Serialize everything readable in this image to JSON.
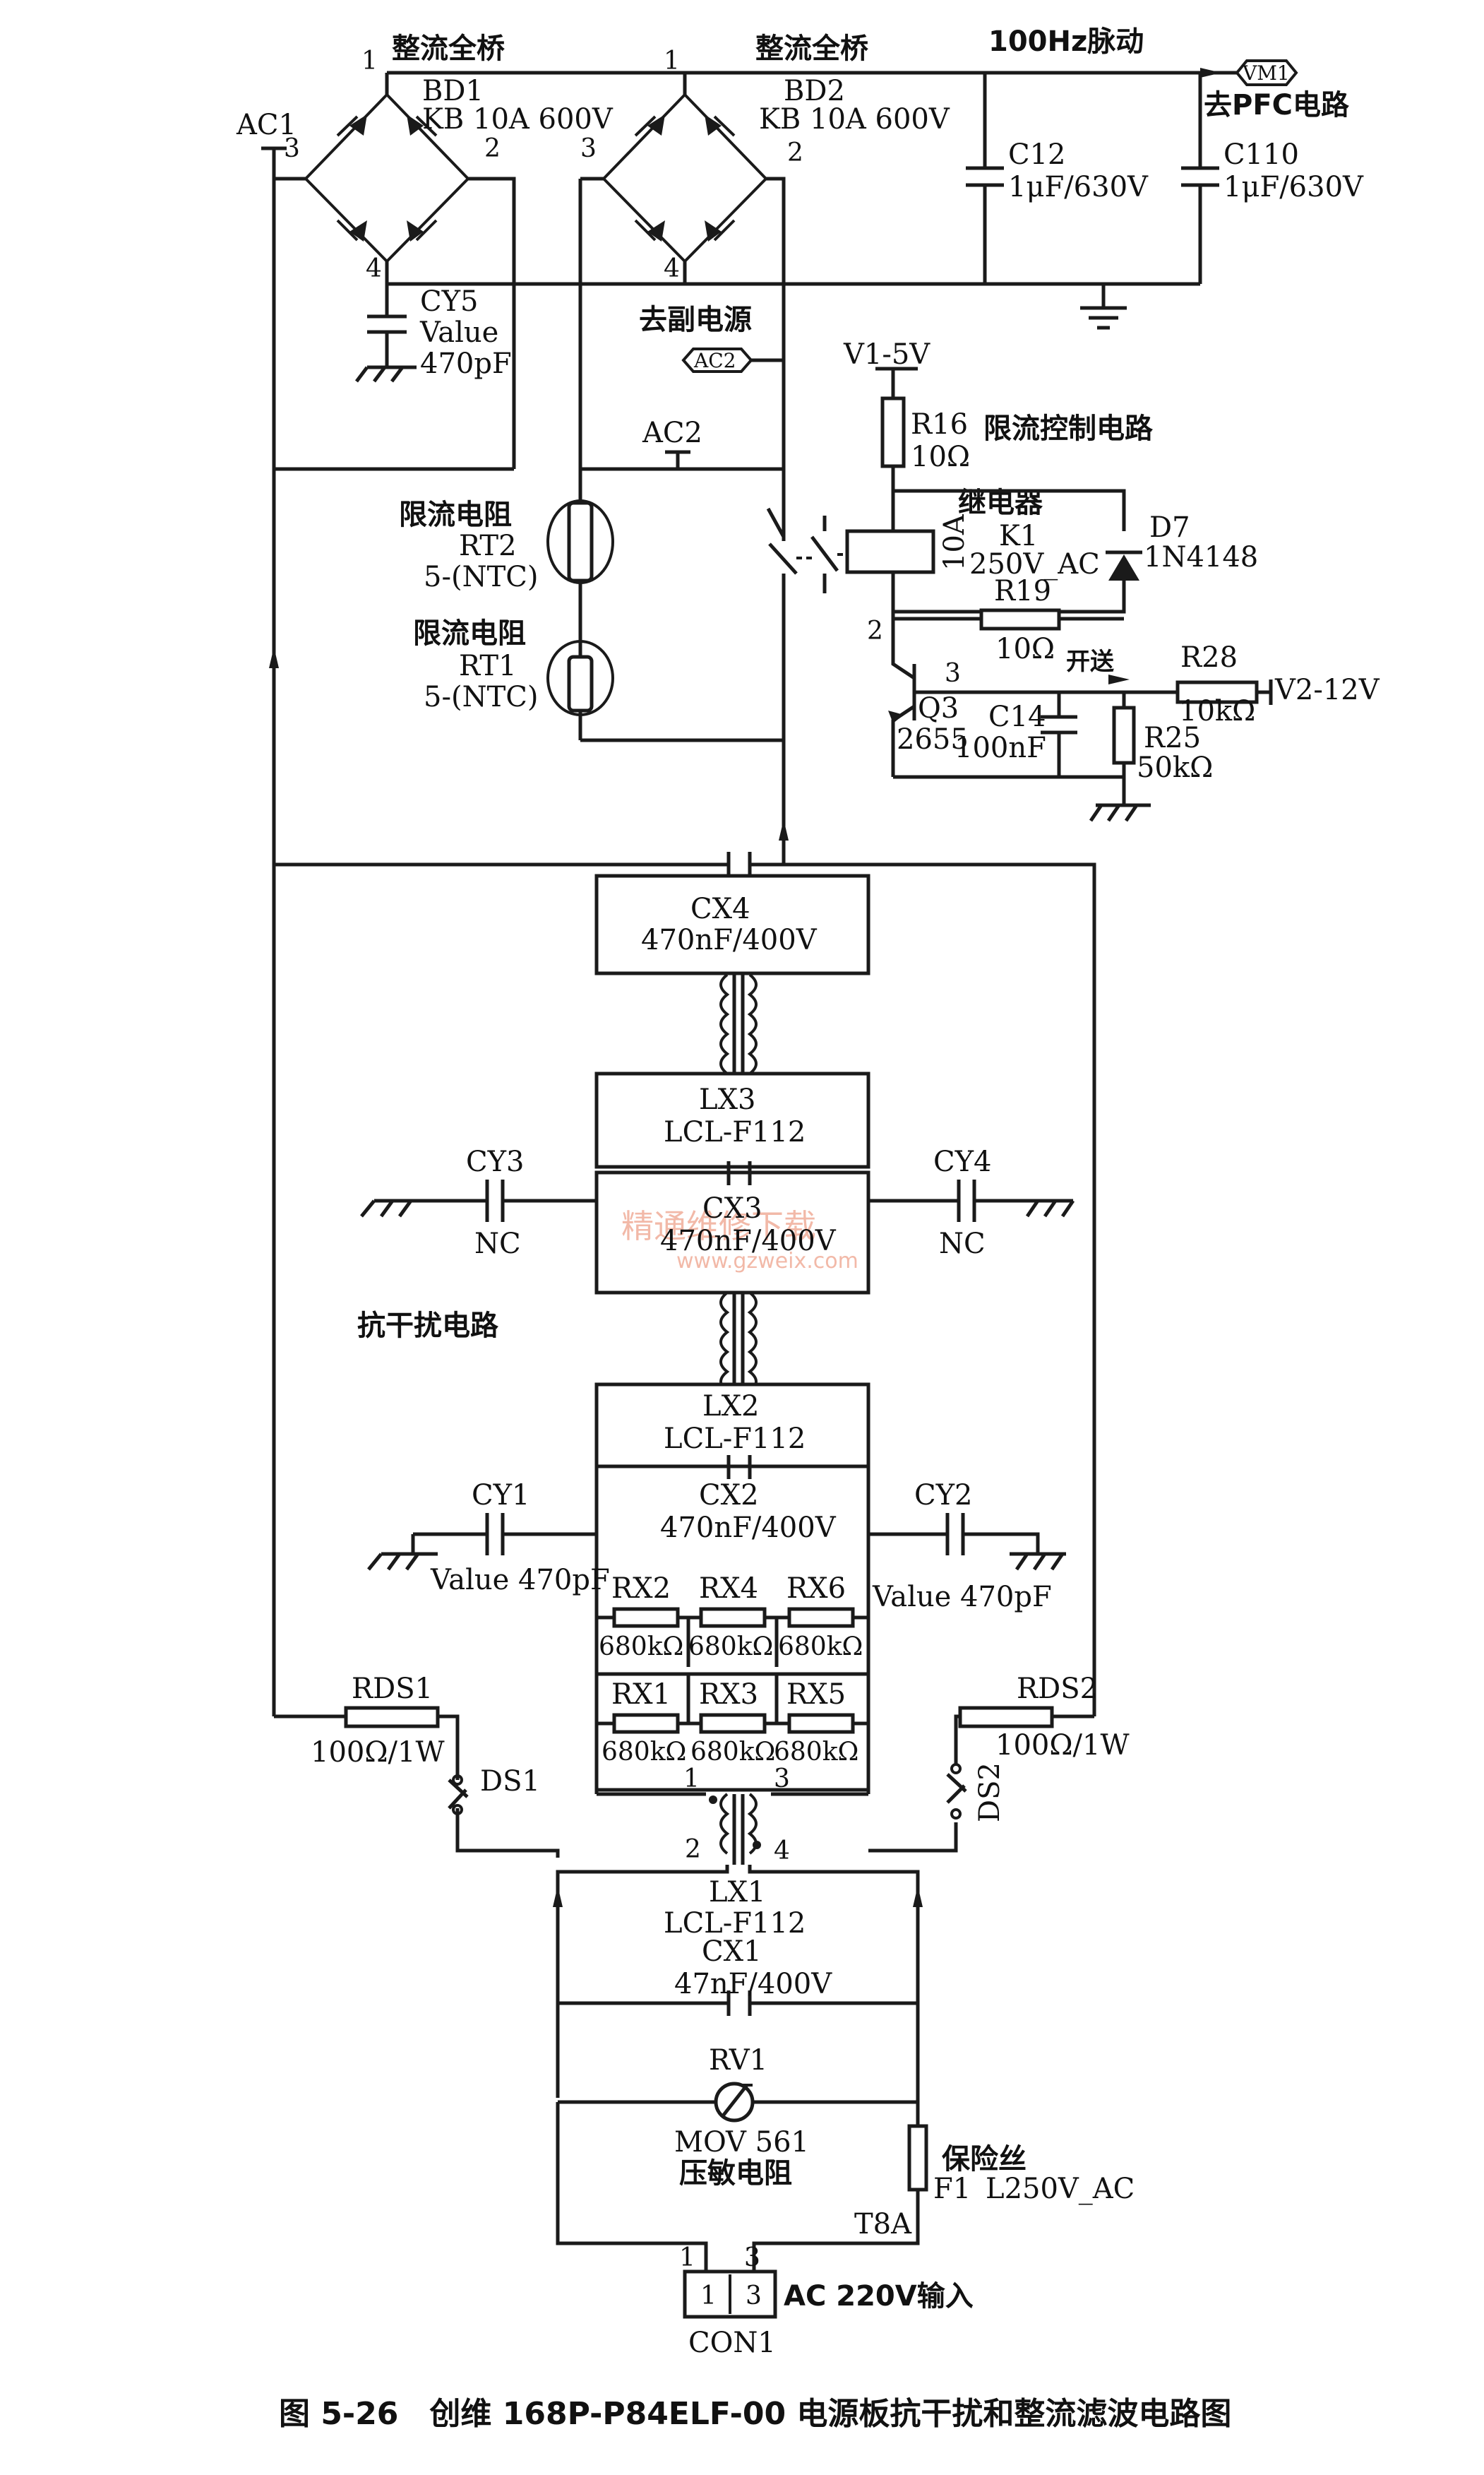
{
  "bridge1": {
    "title": "整流全桥",
    "ref": "BD1",
    "part": "KB 10A 600V",
    "pin1": "1",
    "pin2": "2",
    "pin3": "3",
    "pin4": "4"
  },
  "bridge2": {
    "title": "整流全桥",
    "ref": "BD2",
    "part": "KB 10A 600V",
    "pin1": "1",
    "pin2": "2",
    "pin3": "3",
    "pin4": "4"
  },
  "output": {
    "pulse_label": "100Hz脉动",
    "flag": "VM1",
    "dest": "去PFC电路"
  },
  "c12": {
    "ref": "C12",
    "value": "1μF/630V"
  },
  "c110": {
    "ref": "C110",
    "value": "1μF/630V"
  },
  "ac1": {
    "label": "AC1"
  },
  "cy5": {
    "ref": "CY5",
    "value1": "Value",
    "value2": "470pF"
  },
  "aux": {
    "label": "去副电源",
    "flag": "AC2"
  },
  "ac2": {
    "label": "AC2"
  },
  "rt2": {
    "title": "限流电阻",
    "ref": "RT2",
    "value": "5-(NTC)"
  },
  "rt1": {
    "title": "限流电阻",
    "ref": "RT1",
    "value": "5-(NTC)"
  },
  "v1": {
    "label": "V1-5V"
  },
  "r16": {
    "ref": "R16",
    "value": "10Ω"
  },
  "inrush": {
    "title": "限流控制电路"
  },
  "relay": {
    "title": "继电器",
    "ref": "K1",
    "rating": "250V_AC",
    "current": "10A"
  },
  "d7": {
    "ref": "D7",
    "part": "1N4148"
  },
  "r19": {
    "ref": "R19",
    "value": "10Ω"
  },
  "q3": {
    "ref": "Q3",
    "part": "2655",
    "pin3": "3",
    "pin2": "2"
  },
  "c14": {
    "ref": "C14",
    "value": "100nF"
  },
  "r28": {
    "ref": "R28",
    "value": "10kΩ"
  },
  "r25": {
    "ref": "R25",
    "value": "50kΩ"
  },
  "v2": {
    "label": "V2-12V"
  },
  "switch_on": {
    "label": "开送"
  },
  "cx4": {
    "ref": "CX4",
    "value": "470nF/400V"
  },
  "lx3": {
    "ref": "LX3",
    "part": "LCL-F112"
  },
  "cy3": {
    "ref": "CY3",
    "value": "NC"
  },
  "cy4": {
    "ref": "CY4",
    "value": "NC"
  },
  "cx3": {
    "ref": "CX3",
    "value": "470nF/400V"
  },
  "emi": {
    "title": "抗干扰电路"
  },
  "watermark": {
    "text": "精通维修下载",
    "url": "www.gzweix.com"
  },
  "lx2": {
    "ref": "LX2",
    "part": "LCL-F112"
  },
  "cx2": {
    "ref": "CX2",
    "value": "470nF/400V"
  },
  "cy1": {
    "ref": "CY1",
    "value": "Value 470pF"
  },
  "cy2": {
    "ref": "CY2",
    "value": "Value 470pF"
  },
  "rx": {
    "rx2": "RX2",
    "rx4": "RX4",
    "rx6": "RX6",
    "rx1": "RX1",
    "rx3": "RX3",
    "rx5": "RX5",
    "value": "680kΩ"
  },
  "rds1": {
    "ref": "RDS1",
    "value": "100Ω/1W"
  },
  "rds2": {
    "ref": "RDS2",
    "value": "100Ω/1W"
  },
  "ds1": {
    "ref": "DS1"
  },
  "ds2": {
    "ref": "DS2"
  },
  "lx1": {
    "ref": "LX1",
    "part": "LCL-F112",
    "pin1": "1",
    "pin2": "2",
    "pin3": "3",
    "pin4": "4"
  },
  "cx1": {
    "ref": "CX1",
    "value": "47nF/400V"
  },
  "rv1": {
    "ref": "RV1",
    "part": "MOV 561",
    "desc": "压敏电阻"
  },
  "fuse": {
    "title": "保险丝",
    "ref": "F1",
    "rating": "L250V_AC",
    "value": "T8A"
  },
  "con1": {
    "ref": "CON1",
    "pin1": "1",
    "pin3": "3",
    "label": "AC 220V输入"
  },
  "caption": {
    "text": "图 5-26　创维 168P-P84ELF-00 电源板抗干扰和整流滤波电路图"
  }
}
